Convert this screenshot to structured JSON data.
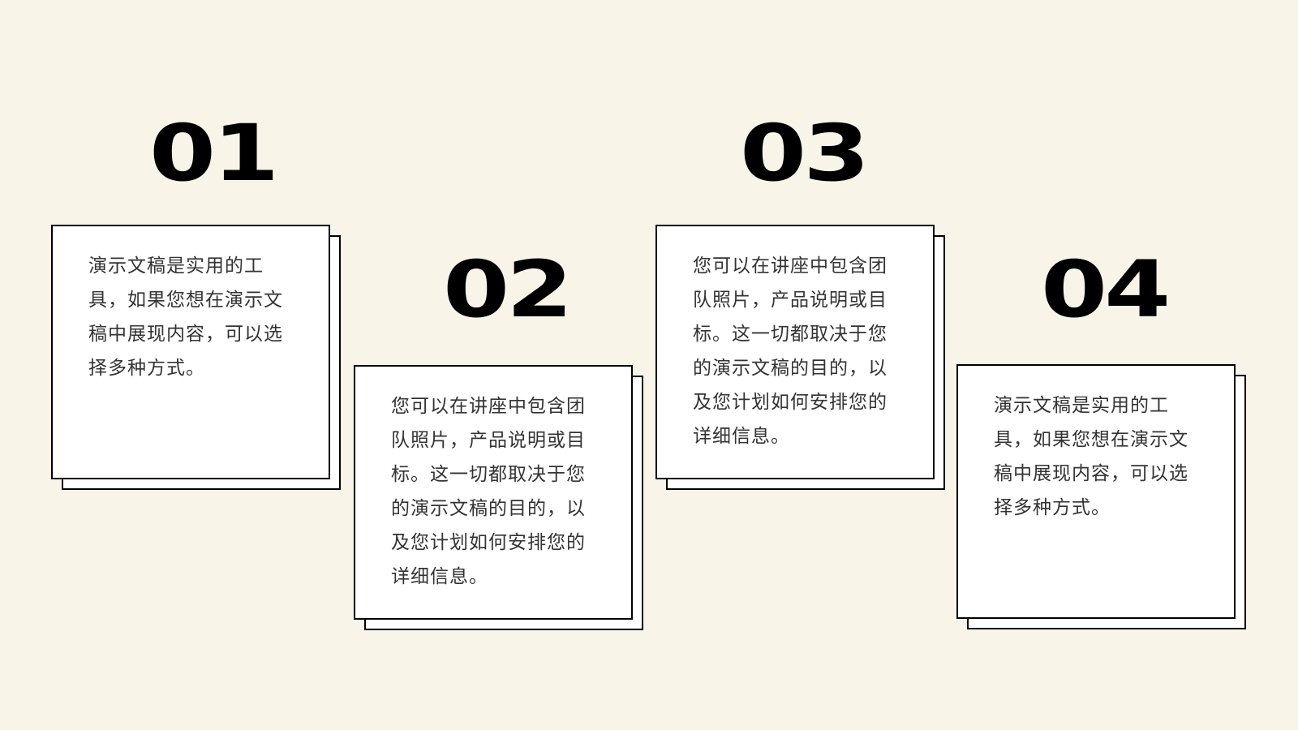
{
  "steps": [
    {
      "number": "01",
      "text": "演示文稿是实用的工具，如果您想在演示文稿中展现内容，可以选择多种方式。"
    },
    {
      "number": "02",
      "text": "您可以在讲座中包含团队照片，产品说明或目标。这一切都取决于您的演示文稿的目的，以及您计划如何安排您的详细信息。"
    },
    {
      "number": "03",
      "text": "您可以在讲座中包含团队照片，产品说明或目标。这一切都取决于您的演示文稿的目的，以及您计划如何安排您的详细信息。"
    },
    {
      "number": "04",
      "text": "演示文稿是实用的工具，如果您想在演示文稿中展现内容，可以选择多种方式。"
    }
  ]
}
